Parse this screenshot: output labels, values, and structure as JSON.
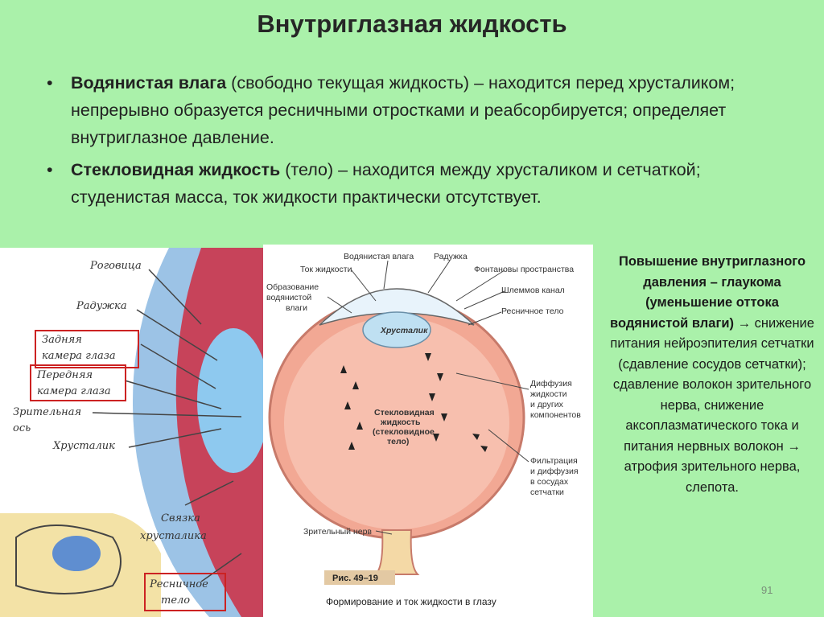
{
  "title": "Внутриглазная жидкость",
  "bullets": [
    {
      "term": "Водянистая влага",
      "text": " (свободно текущая жидкость) – находится перед хрусталиком; непрерывно образуется ресничными отростками и реабсорбируется; определяет внутриглазное давление."
    },
    {
      "term": "Стекловидная жидкость",
      "text": " (тело) – находится между хрусталиком и сетчаткой; студенистая масса, ток жидкости практически отсутствует."
    }
  ],
  "left_figure": {
    "labels": [
      "Роговица",
      "Радужка",
      "Задняя",
      "камера глаза",
      "Передняя",
      "камера глаза",
      "Зрительная",
      "ось",
      "Хрусталик",
      "Связка",
      "хрусталика",
      "Ресничное",
      "тело"
    ]
  },
  "mid_figure": {
    "labels": {
      "aqueous": "Водянистая влага",
      "flow": "Ток жидкости",
      "formation1": "Образование",
      "formation2": "водянистой",
      "formation3": "влаги",
      "iris": "Радужка",
      "fontana": "Фонтановы пространства",
      "schlemm": "Шлеммов канал",
      "ciliary": "Ресничное тело",
      "lens": "Хрусталик",
      "vitreous1": "Стекловидная",
      "vitreous2": "жидкость",
      "vitreous3": "(стекловидное",
      "vitreous4": "тело)",
      "diffusion1": "Диффузия",
      "diffusion2": "жидкости",
      "diffusion3": "и других",
      "diffusion4": "компонентов",
      "filtration1": "Фильтрация",
      "filtration2": "и диффузия",
      "filtration3": "в сосудах",
      "filtration4": "сетчатки",
      "optic": "Зрительный нерв",
      "fig_no": "Рис. 49–19",
      "caption": "Формирование и ток жидкости в глазу"
    }
  },
  "side_text": {
    "bold": "Повышение внутриглазного давления – глаукома (уменьшение оттока водянистой влаги)",
    "rest": " → снижение питания нейроэпителия сетчатки (сдавление сосудов сетчатки); сдавление волокон зрительного нерва, снижение аксоплазматического тока и питания нервных волокон → атрофия зрительного нерва, слепота."
  },
  "page_number": "91",
  "colors": {
    "background": "#aaf1aa",
    "eye_red": "#f4a38e",
    "lens_blue": "#bfe0f2",
    "frame_red": "#cc2222"
  }
}
